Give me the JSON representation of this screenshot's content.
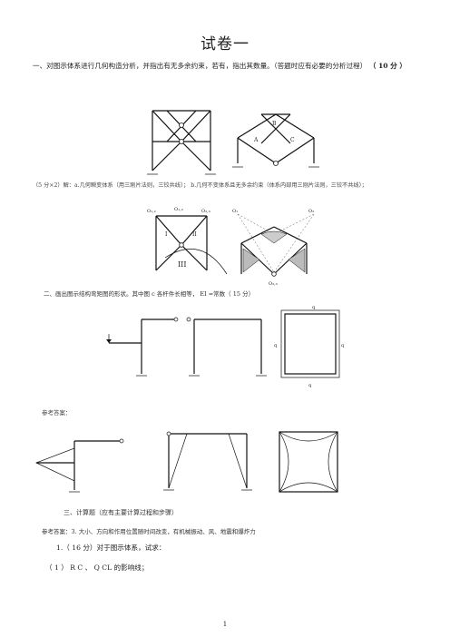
{
  "title": "试卷一",
  "q1": {
    "text": "一、对图示体系进行几何构造分析，并指出有无多余约束，若有，指出其数量。（答题时应有必要的分析过程）",
    "score": "（ 10 分 ）"
  },
  "ans1": {
    "text": "（5 分×2）解：a.几何瞬变体系（用三刚片法则，三铰共线）； b.几何不变体系且无多余约束（体系内部用三刚片法则，三铰不共线）；"
  },
  "fig_labels": {
    "a": "A",
    "b": "B",
    "c": "C",
    "o12": "O₁,₂",
    "o13": "O₁,₃",
    "o23": "O₂,₃",
    "r1": "I",
    "r2": "II",
    "r3": "III",
    "o1": "O₁",
    "o2": "O₂",
    "o3": "O₂,₃"
  },
  "q2": {
    "text": "二、画出图示结构弯矩图的形状。其中图 c 各杆件长相等， EI =常数（ 15 分）"
  },
  "q2_labels": {
    "q": "q"
  },
  "ref1": {
    "text": "参考答案："
  },
  "q3": {
    "text": "三、计算题（应有主要计算过程和步骤）"
  },
  "ref2": {
    "text": "参考答案：3. 大小、方向和作用位置随时间改变，有机械振动、风、地震和爆炸力"
  },
  "p1": {
    "text": "1.（ 16 分）对于图示体系，试求："
  },
  "p1a": {
    "text": "（ 1 ） R C 、 Q CL 的影响线；"
  },
  "page_number": "1"
}
